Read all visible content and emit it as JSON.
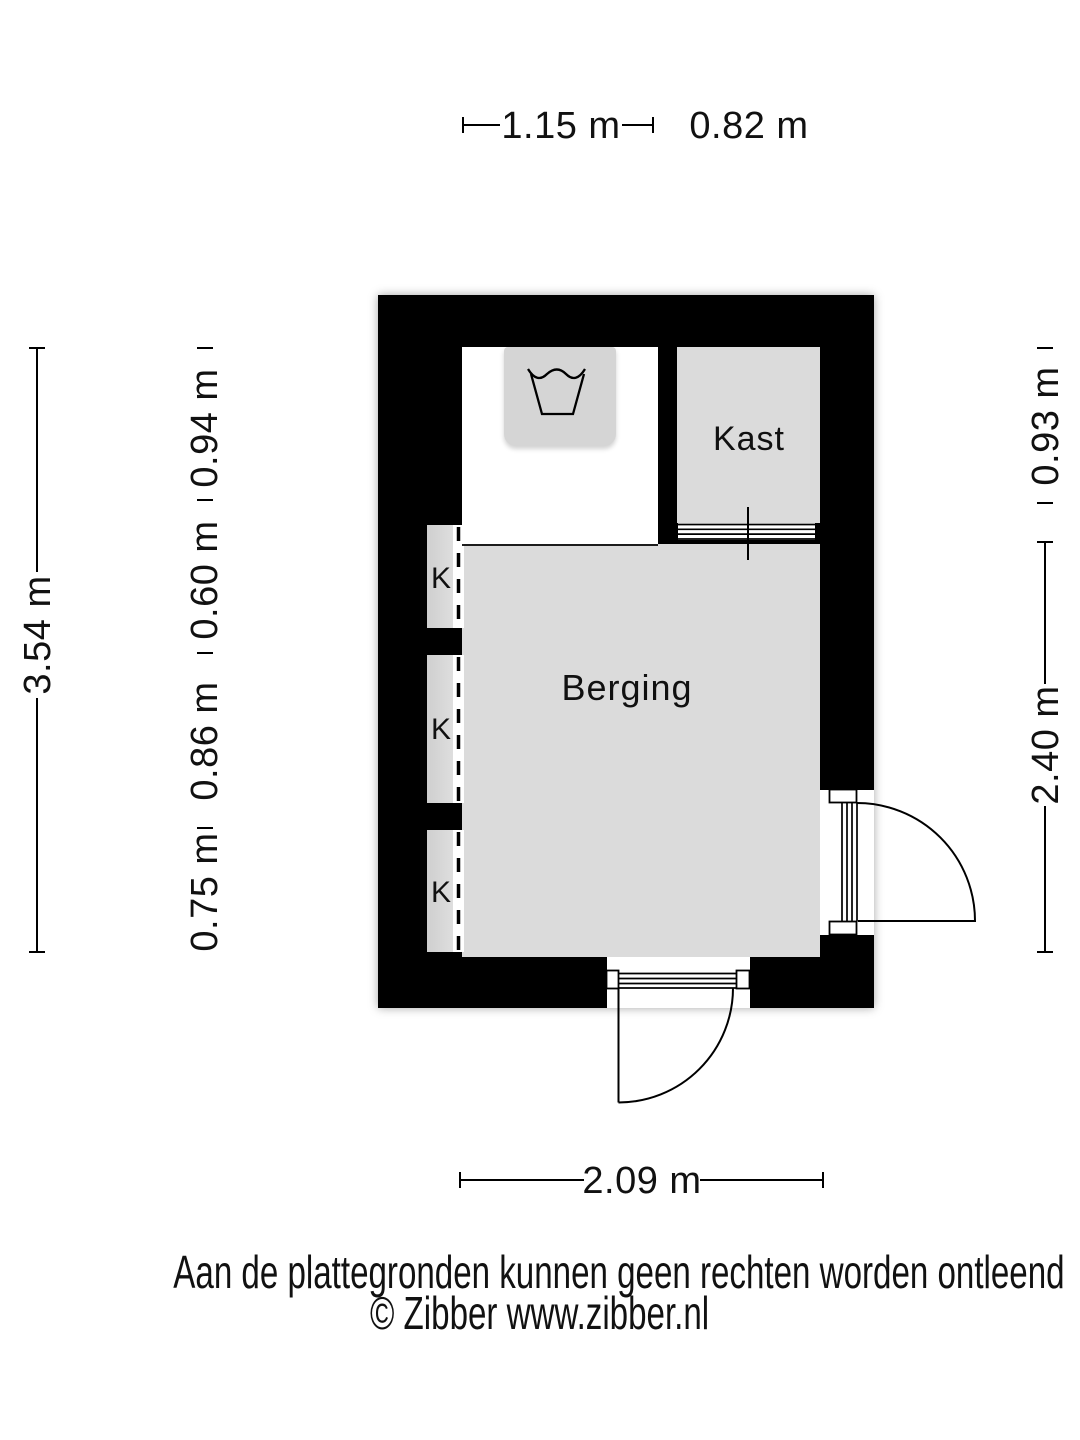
{
  "colors": {
    "wall": "#000000",
    "floor": "#dbdbdb",
    "line": "#000000",
    "background": "#ffffff"
  },
  "plan": {
    "rooms": [
      {
        "label": "Berging"
      },
      {
        "label": "Kast"
      }
    ],
    "closet_labels": [
      "K",
      "K",
      "K"
    ],
    "icons": [
      {
        "name": "washing-machine-icon"
      }
    ],
    "dimensions": {
      "top_width_1": "1.15 m",
      "top_width_2": "0.82 m",
      "left_total_height": "3.54 m",
      "left_segments": [
        "0.94 m",
        "0.60 m",
        "0.86 m",
        "0.75 m"
      ],
      "right_kast_height": "0.93 m",
      "right_berging_height": "2.40 m",
      "bottom_width": "2.09 m"
    }
  },
  "footer": {
    "disclaimer": "Aan de plattegronden kunnen geen rechten worden ontleend",
    "credit": "© Zibber www.zibber.nl"
  }
}
